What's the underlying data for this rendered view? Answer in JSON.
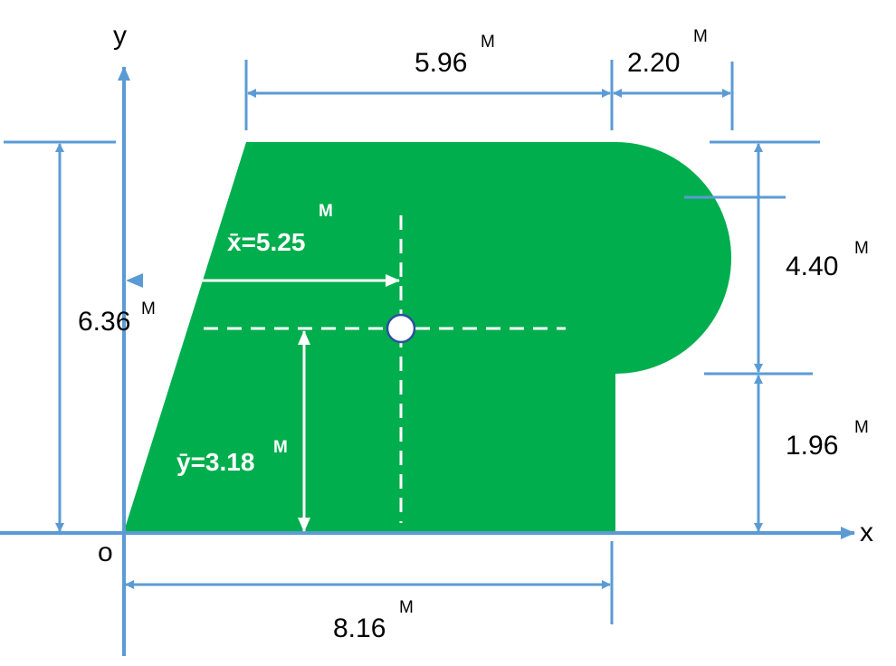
{
  "colors": {
    "shape_fill": "#00AE4D",
    "dimension_line": "#5B9BD5",
    "centroid_marker": "#ffffff",
    "centroid_ring": "#2F4FA0",
    "text": "#000000",
    "centroid_text": "#ffffff"
  },
  "axes": {
    "x_label": "x",
    "y_label": "y",
    "origin_label": "o"
  },
  "dimensions": {
    "top_width": {
      "value": "5.96",
      "unit": "M"
    },
    "arc_radius_width": {
      "value": "2.20",
      "unit": "M"
    },
    "arc_height": {
      "value": "4.40",
      "unit": "M"
    },
    "step_height": {
      "value": "1.96",
      "unit": "M"
    },
    "total_height": {
      "value": "6.36",
      "unit": "M"
    },
    "base_width": {
      "value": "8.16",
      "unit": "M"
    }
  },
  "centroid": {
    "x_label": "x̄=5.25",
    "x_unit": "M",
    "y_label": "ȳ=3.18",
    "y_unit": "M"
  }
}
